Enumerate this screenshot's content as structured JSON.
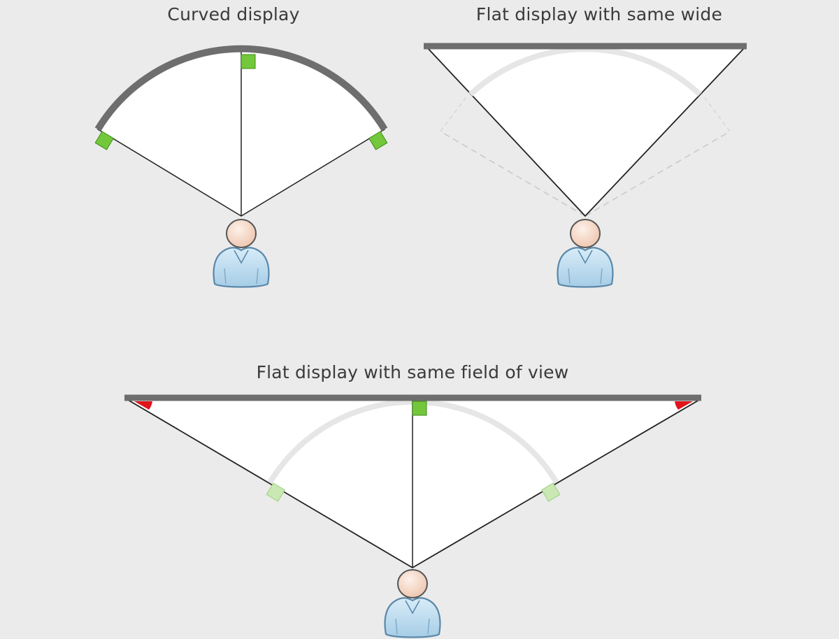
{
  "labels": {
    "curved": "Curved display",
    "flat_same_wide": "Flat display with same wide",
    "flat_same_fov": "Flat display with same field of view"
  },
  "colors": {
    "background": "#ebebeb",
    "screen": "#6e6e6e",
    "ghost_screen": "#e6e6e6",
    "right_angle": "#72c83a",
    "right_angle_faded": "#c9e8b3",
    "acute_angle": "#e0141c",
    "person_body": "#bcdcf0",
    "person_head": "#f6d9c8"
  },
  "icons": [
    "viewer-person-icon"
  ]
}
